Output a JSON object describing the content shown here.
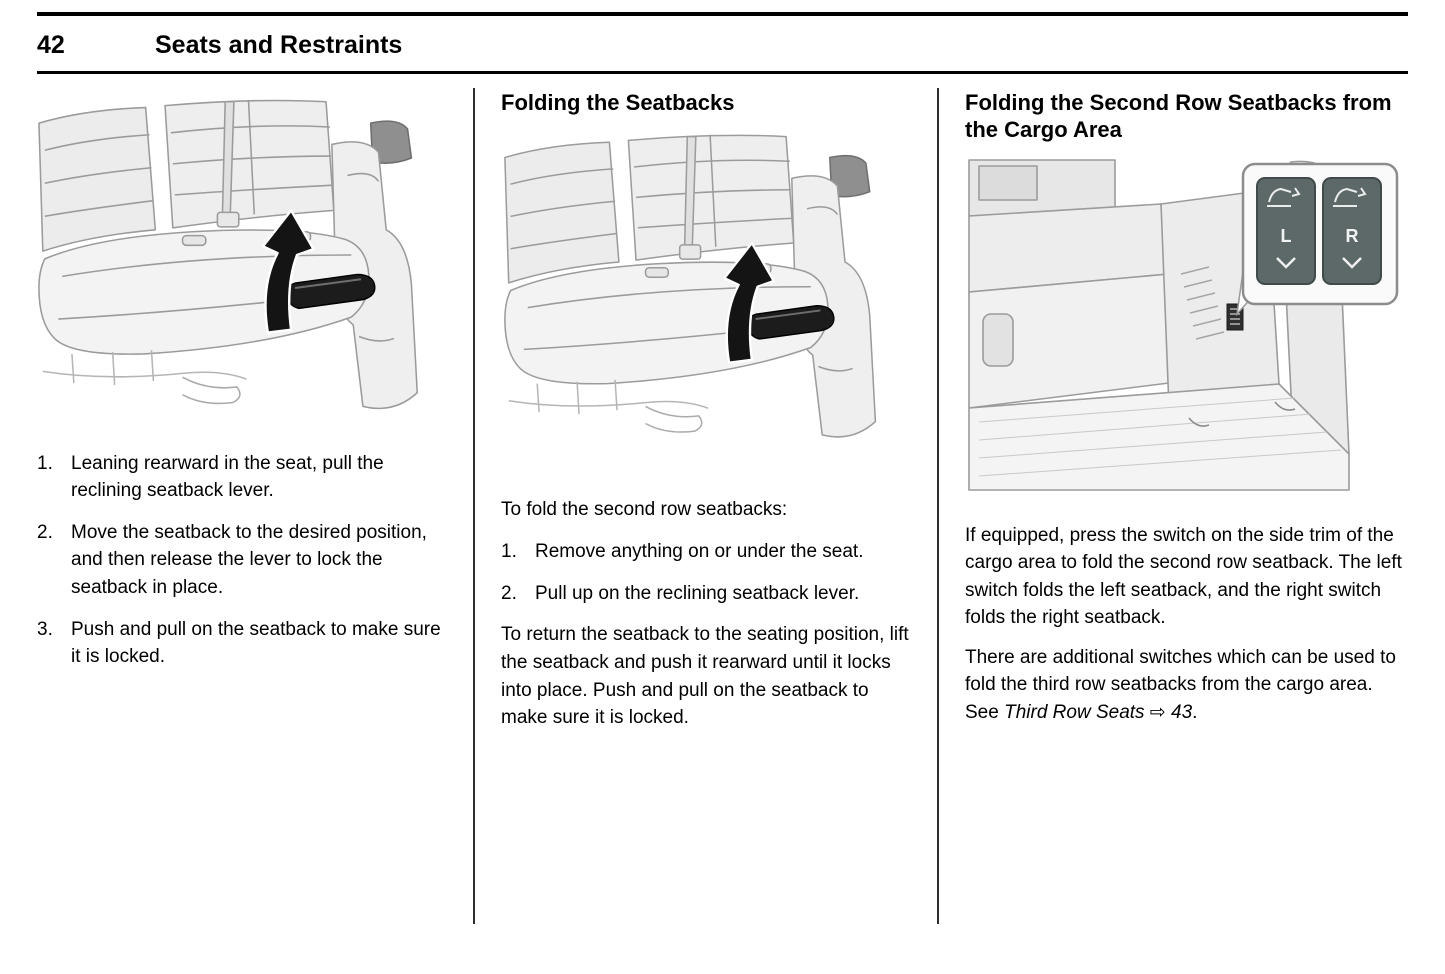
{
  "page": {
    "number": "42",
    "section_title": "Seats and Restraints"
  },
  "columns": {
    "reclining": {
      "steps": [
        {
          "num": "1.",
          "text": "Leaning rearward in the seat, pull the reclining seatback lever."
        },
        {
          "num": "2.",
          "text": "Move the seatback to the desired position, and then release the lever to lock the seatback in place."
        },
        {
          "num": "3.",
          "text": "Push and pull on the seatback to make sure it is locked."
        }
      ]
    },
    "folding": {
      "heading": "Folding the Seatbacks",
      "intro": "To fold the second row seatbacks:",
      "steps": [
        {
          "num": "1.",
          "text": "Remove anything on or under the seat."
        },
        {
          "num": "2.",
          "text": "Pull up on the reclining seatback lever."
        }
      ],
      "para": "To return the seatback to the seating position, lift the seatback and push it rearward until it locks into place. Push and pull on the seatback to make sure it is locked."
    },
    "cargo": {
      "heading": "Folding the Second Row Seatbacks from the Cargo Area",
      "para1": "If equipped, press the switch on the side trim of the cargo area to fold the second row seatback. The left switch folds the left seatback, and the right switch folds the right seatback.",
      "para2": {
        "prefix": "There are additional switches which can be used to fold the third row seatbacks from the cargo area. See ",
        "ref": "Third Row Seats",
        "arrow": "⇨",
        "page": "43",
        "suffix": "."
      },
      "switches": {
        "left": "L",
        "right": "R"
      }
    }
  }
}
